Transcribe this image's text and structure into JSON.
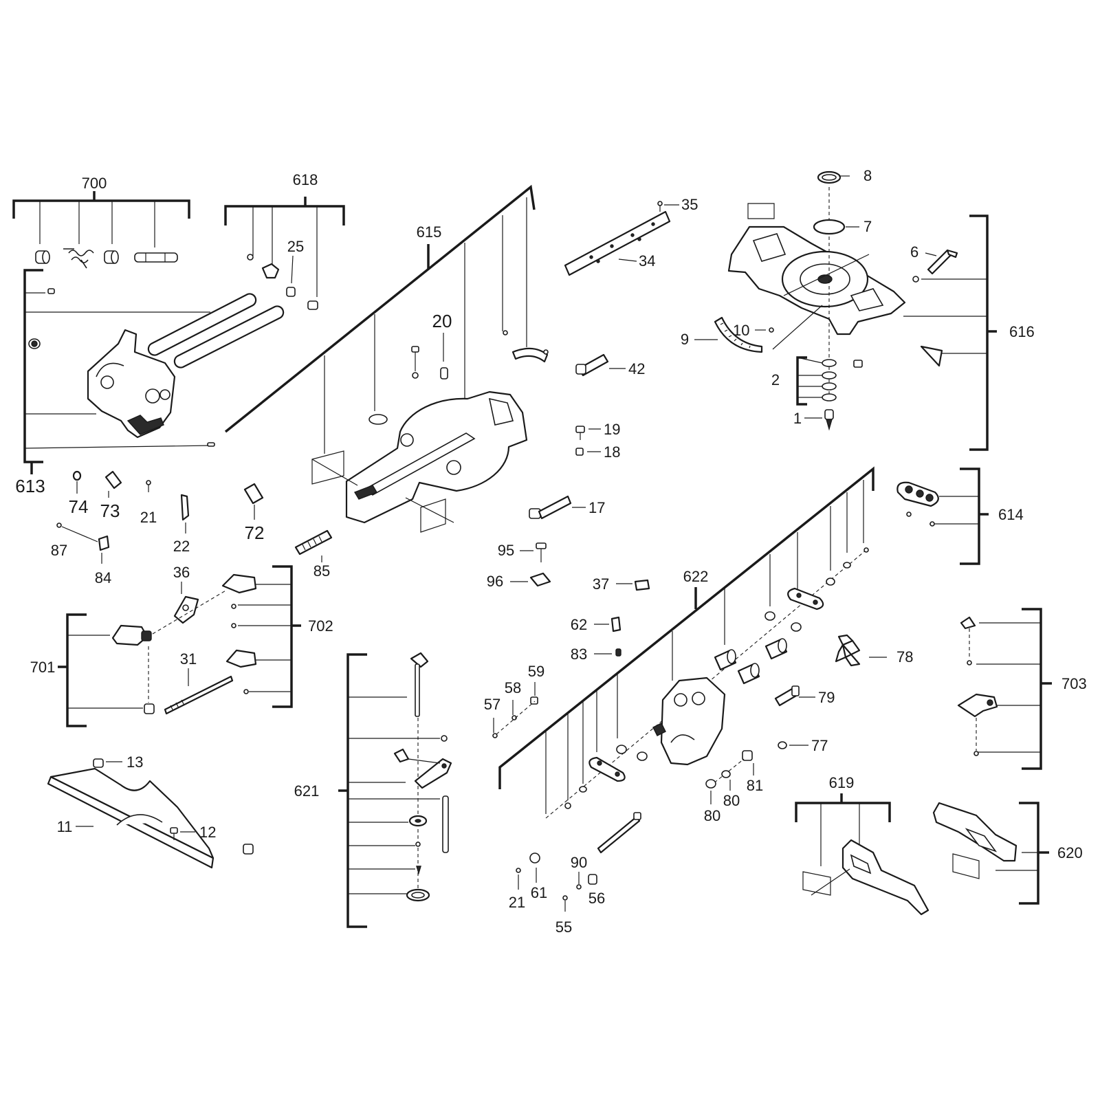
{
  "labels": {
    "l700": "700",
    "l618": "618",
    "l615": "615",
    "l613": "613",
    "l616": "616",
    "l614": "614",
    "l622": "622",
    "l702": "702",
    "l701": "701",
    "l621": "621",
    "l703": "703",
    "l619": "619",
    "l620": "620",
    "l8": "8",
    "l7": "7",
    "l6": "6",
    "l35": "35",
    "l34": "34",
    "l25": "25",
    "l20": "20",
    "l10": "10",
    "l9": "9",
    "l42": "42",
    "l2": "2",
    "l1": "1",
    "l19": "19",
    "l18": "18",
    "l17": "17",
    "l74": "74",
    "l73": "73",
    "l21a": "21",
    "l22": "22",
    "l72": "72",
    "l87": "87",
    "l84": "84",
    "l85": "85",
    "l95": "95",
    "l96": "96",
    "l37": "37",
    "l36": "36",
    "l62": "62",
    "l83": "83",
    "l31": "31",
    "l59": "59",
    "l58": "58",
    "l57": "57",
    "l78": "78",
    "l79": "79",
    "l77": "77",
    "l13": "13",
    "l11": "11",
    "l12": "12",
    "l81": "81",
    "l80a": "80",
    "l80b": "80",
    "l21b": "21",
    "l61": "61",
    "l90": "90",
    "l56": "56",
    "l55": "55"
  },
  "colors": {
    "ink": "#1a1a1a",
    "background": "#ffffff"
  }
}
